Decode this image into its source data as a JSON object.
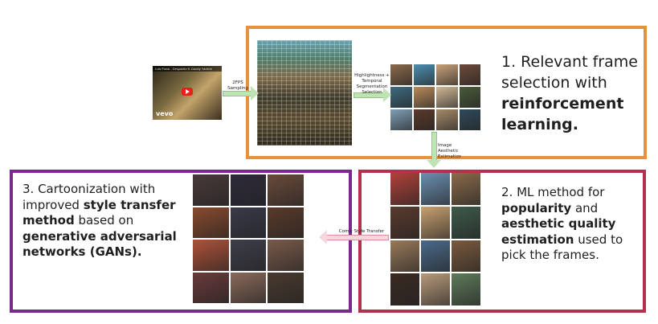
{
  "steps": [
    {
      "id": 1,
      "text_plain": "1. Relevant frame selection with ",
      "text_bold": "reinforcement learning.",
      "border_color": "#e8913a"
    },
    {
      "id": 2,
      "text_plain_1": "2. ML method for ",
      "text_bold_1": "popularity",
      "text_plain_2": " and ",
      "text_bold_2": "aesthetic quality estimation",
      "text_plain_3": " used to pick the frames.",
      "border_color": "#b5304e"
    },
    {
      "id": 3,
      "text_plain_1": "3. Cartoonization with improved ",
      "text_bold_1": "style transfer method",
      "text_plain_2": " based on ",
      "text_bold_2": "generative adversarial networks (GANs).",
      "border_color": "#7a2a8f"
    }
  ],
  "arrows": {
    "sampling": "2FPS Sampling",
    "selection_line1": "Highlightness +",
    "selection_line2": "Temporal",
    "selection_line3": "Segmentation",
    "selection_line4": "Selection",
    "aesthetic_line1": "Image",
    "aesthetic_line2": "Aesthetic",
    "aesthetic_line3": "Estimation",
    "transfer": "Comic Style Transfer"
  },
  "video": {
    "title": "Luis Fonsi - Despacito ft. Daddy Yankee",
    "logo": "vevo"
  },
  "frame_colors": {
    "selected": [
      "#8a6a4c",
      "#4d8fb0",
      "#c9a27a",
      "#6c4a3a",
      "#3e6b7f",
      "#b78a5a",
      "#d0b896",
      "#4a5a3a",
      "#7f9fb5",
      "#5a3a2a",
      "#a58a6a",
      "#2f4a5a"
    ],
    "aesthetic": [
      "#b0413a",
      "#6a8fb0",
      "#8a6a4a",
      "#5a3a2e",
      "#c8a070",
      "#3e5a4a",
      "#9a7a5a",
      "#4a6a8a",
      "#7a5a3e",
      "#3a2a22",
      "#b89a7a",
      "#5e7a5a"
    ],
    "cartoon": [
      "#4a3a3a",
      "#2e2a3a",
      "#6a4a3a",
      "#8a4a2e",
      "#3a3a4a",
      "#5a3a2a",
      "#b0523a",
      "#3e3e4a",
      "#7a5a4a",
      "#6a3a3a",
      "#8a6a5a",
      "#4a3a2e"
    ]
  }
}
